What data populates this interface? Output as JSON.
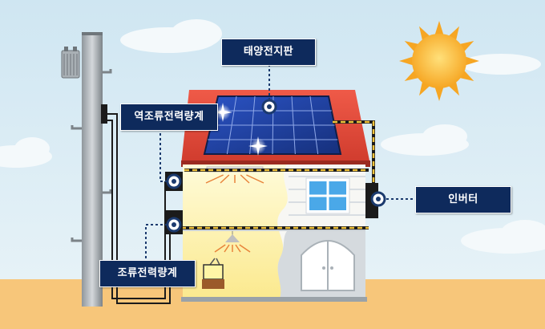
{
  "labels": {
    "solar_panel": "태양전지판",
    "reverse_meter": "역조류전력량계",
    "inverter": "인버터",
    "forward_meter": "조류전력량계"
  },
  "colors": {
    "sky": "#d3e8f2",
    "ground": "#f7c67a",
    "roof": "#e24a3a",
    "panel": "#1d3f9e",
    "label_bg": "#0e2a5c",
    "wire_energized": "#f0c23a",
    "sun": "#f6a623"
  }
}
